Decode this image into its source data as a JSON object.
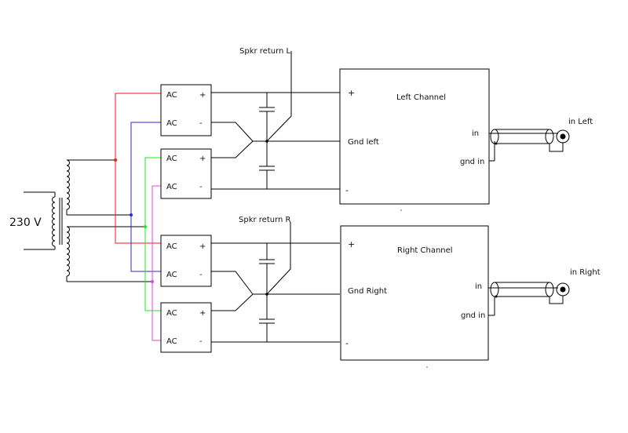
{
  "transformer": {
    "primary_label": "230 V"
  },
  "rectifiers": {
    "ac_label": "AC",
    "plus_label": "+",
    "minus_label": "-"
  },
  "speaker_returns": {
    "left": "Spkr return L",
    "right": "Spkr return R"
  },
  "amplifiers": {
    "left": {
      "title": "Left Channel",
      "gnd": "Gnd left",
      "plus": "+",
      "minus": "-",
      "in": "in",
      "gnd_in": "gnd in"
    },
    "right": {
      "title": "Right Channel",
      "gnd": "Gnd Right",
      "plus": "+",
      "minus": "-",
      "in": "in",
      "gnd_in": "gnd in"
    }
  },
  "inputs": {
    "left": "in Left",
    "right": "in Right"
  },
  "wire_colors": {
    "red": "#e81c1c",
    "blue": "#2a2ad4",
    "green": "#1ee81e",
    "magenta": "#e045e0",
    "black": "#000000"
  }
}
